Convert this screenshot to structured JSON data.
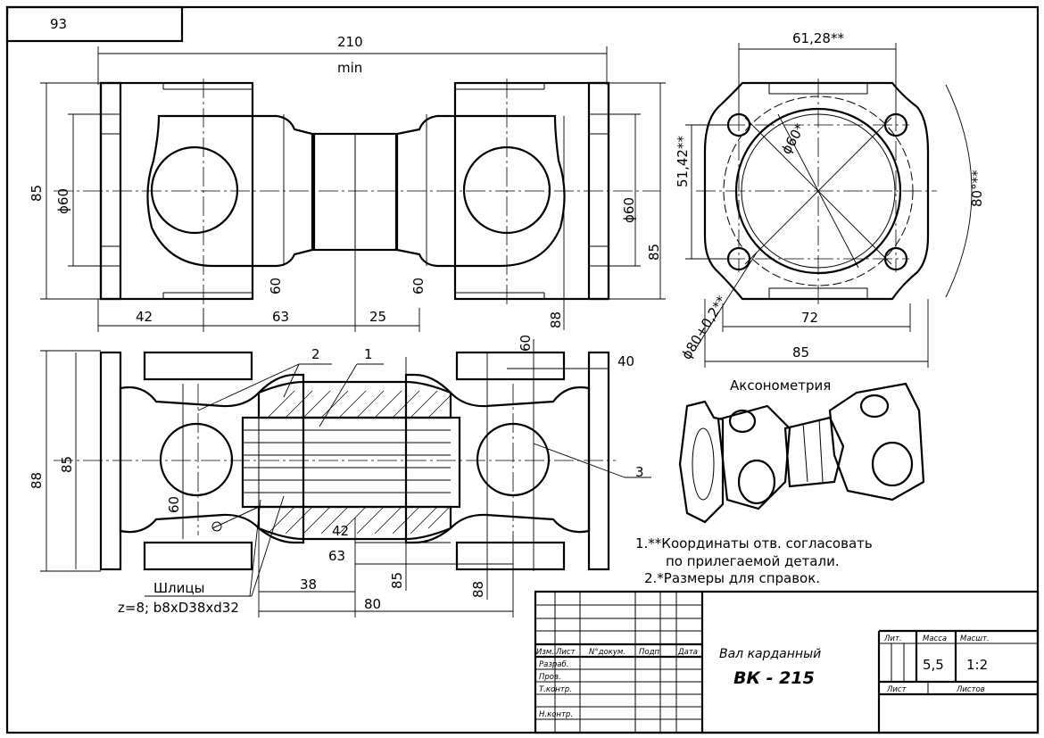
{
  "sheet": {
    "corner_number": "93",
    "views": {
      "front": {
        "dims": {
          "overall_length": "210",
          "overall_note": "min",
          "height_left": "85",
          "dia_left": "ϕ60",
          "dia_right": "ϕ60",
          "height_right": "85",
          "h60_a": "60",
          "h60_b": "60",
          "h88": "88",
          "len42": "42",
          "len63": "63",
          "len25": "25"
        }
      },
      "side": {
        "dims": {
          "top": "61,28**",
          "left": "51,42**",
          "dia_inner": "ϕ60*",
          "angle": "80°**",
          "width72": "72",
          "width85": "85",
          "dia_bolt": "ϕ80+0,2**"
        }
      },
      "section": {
        "dims": {
          "h88": "88",
          "h85": "85",
          "h60": "60",
          "v60": "60",
          "w40": "40",
          "w42": "42",
          "w63": "63",
          "w38": "38",
          "w80": "80",
          "v85": "85",
          "v88": "88"
        },
        "callouts": {
          "c1": "1",
          "c2": "2",
          "c3": "3"
        },
        "spline_label": "Шлицы",
        "spline_spec": "z=8; b8xD38xd32"
      },
      "axonometry": {
        "label": "Аксонометрия"
      }
    },
    "notes": [
      "1.**Координаты отв. согласовать",
      "по прилегаемой детали.",
      "2.*Размеры для справок."
    ],
    "title_block": {
      "col_headers": {
        "izm": "Изм.",
        "list": "Лист",
        "doc": "N°докум.",
        "sign": "Подп.",
        "date": "Дата"
      },
      "roles": [
        "Разраб.",
        "Пров.",
        "Т.контр.",
        "Н.контр."
      ],
      "name": "Вал карданный",
      "code": "ВК - 215",
      "lit_label": "Лит.",
      "mass_label": "Масса",
      "scale_label": "Масшт.",
      "mass": "5,5",
      "scale": "1:2",
      "sheet_label": "Лист",
      "sheets_label": "Листов"
    }
  }
}
